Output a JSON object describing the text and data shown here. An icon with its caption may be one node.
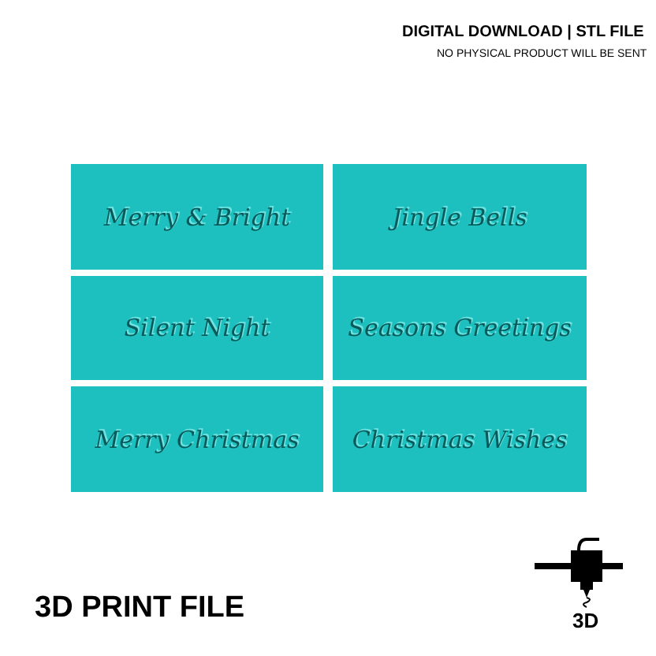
{
  "diagram": {
    "nodes": [
      {
        "text": [
          "Merry & Bright"
        ]
      },
      {
        "text": [
          "Jingle Bells"
        ]
      },
      {
        "text": [
          "Silent Night"
        ]
      },
      {
        "text": [
          "Seasons Greetings"
        ]
      },
      {
        "text": [
          "Merry Christmas"
        ]
      },
      {
        "text": [
          "Christmas Wishes"
        ]
      }
    ],
    "labels": [
      "DIGITAL DOWNLOAD | STL FILE",
      "NO PHYSICAL PRODUCT WILL BE SENT",
      "3D PRINT FILE",
      "3D"
    ]
  }
}
